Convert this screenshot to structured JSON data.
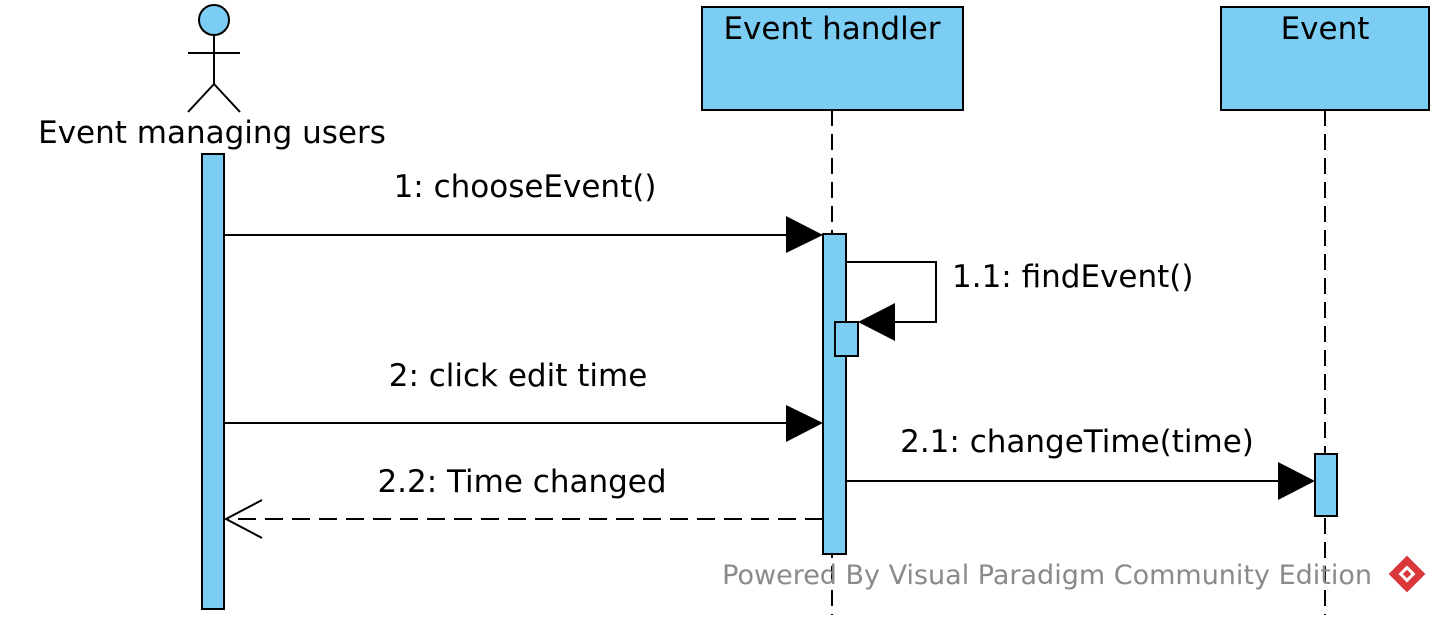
{
  "participants": {
    "actor": "Event managing users",
    "handler": "Event handler",
    "event": "Event"
  },
  "messages": {
    "m1": "1: chooseEvent()",
    "m11": "1.1: findEvent()",
    "m2": "2: click edit time",
    "m21": "2.1: changeTime(time)",
    "m22": "2.2: Time changed"
  },
  "watermark": "Powered By Visual Paradigm Community Edition",
  "colors": {
    "fill": "#7ccdf4",
    "line": "#000000",
    "watermark": "#8a8a8a",
    "logo": "#d9383a"
  }
}
